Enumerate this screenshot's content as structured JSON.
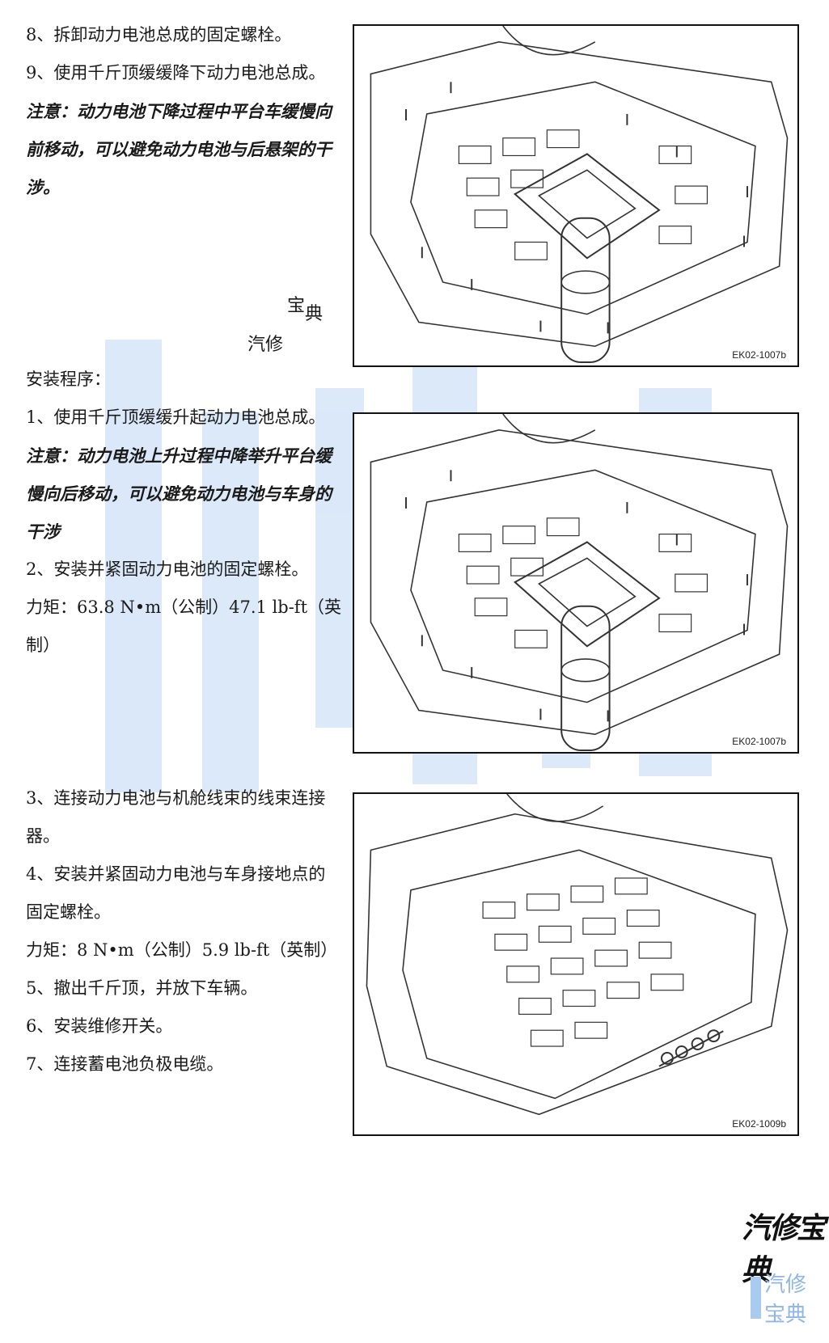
{
  "removal_steps": [
    "8、拆卸动力电池总成的固定螺栓。",
    "9、使用千斤顶缓缓降下动力电池总成。"
  ],
  "removal_note": "注意：动力电池下降过程中平台车缓慢向前移动，可以避免动力电池与后悬架的干涉。",
  "mark_top": "宝",
  "mark_bottom": "典",
  "mark_second": "汽修",
  "install_heading": "安装程序：",
  "install_steps": [
    "1、使用千斤顶缓缓升起动力电池总成。",
    "注意：动力电池上升过程中降举升平台缓慢向后移动，可以避免动力电池与车身的干涉",
    "2、安装并紧固动力电池的固定螺栓。",
    "力矩：63.8 N•m（公制）47.1 lb-ft（英制）",
    "3、连接动力电池与机舱线束的线束连接器。",
    "4、安装并紧固动力电池与车身接地点的固定螺栓。",
    "力矩：8 N•m（公制）5.9 lb-ft（英制）",
    "5、撤出千斤顶，并放下车辆。",
    "6、安装维修开关。",
    "7、连接蓄电池负极电缆。"
  ],
  "figures": [
    {
      "code": "EK02-1007b"
    },
    {
      "code": "EK02-1007b"
    },
    {
      "code": "EK02-1009b"
    }
  ],
  "logo": "汽修宝典",
  "logo_badge": "汽修宝典"
}
